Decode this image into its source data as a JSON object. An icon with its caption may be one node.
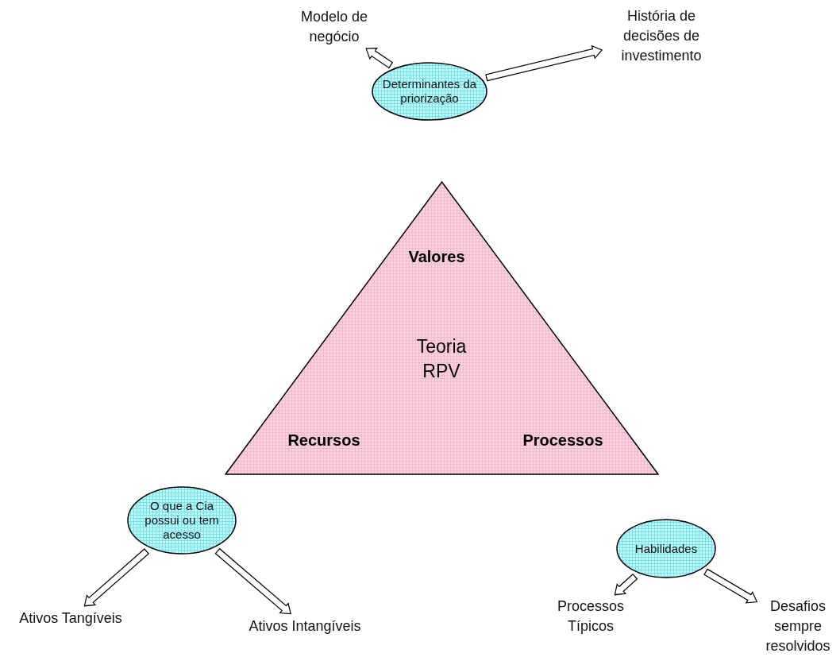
{
  "diagram": {
    "nodes": [
      {
        "text": [
          "Valores",
          "Teoria RPV",
          "Recursos",
          "Processos"
        ]
      },
      {
        "text": [
          "Determinantes da priorização"
        ]
      },
      {
        "text": [
          "Modelo de negócio"
        ]
      },
      {
        "text": [
          "História de decisões de investimento"
        ]
      },
      {
        "text": [
          "O que a Cia possui ou tem acesso"
        ]
      },
      {
        "text": [
          "Ativos Tangíveis"
        ]
      },
      {
        "text": [
          "Ativos Intangíveis"
        ]
      },
      {
        "text": [
          "Habilidades"
        ]
      },
      {
        "text": [
          "Processos Típicos"
        ]
      },
      {
        "text": [
          "Desafios sempre resolvidos"
        ]
      }
    ],
    "edges": [
      {
        "from": 1,
        "to": 2,
        "arrow": "to"
      },
      {
        "from": 1,
        "to": 3,
        "arrow": "to"
      },
      {
        "from": 4,
        "to": 5,
        "arrow": "to"
      },
      {
        "from": 4,
        "to": 6,
        "arrow": "to"
      },
      {
        "from": 7,
        "to": 8,
        "arrow": "to"
      },
      {
        "from": 7,
        "to": 9,
        "arrow": "to"
      }
    ]
  }
}
